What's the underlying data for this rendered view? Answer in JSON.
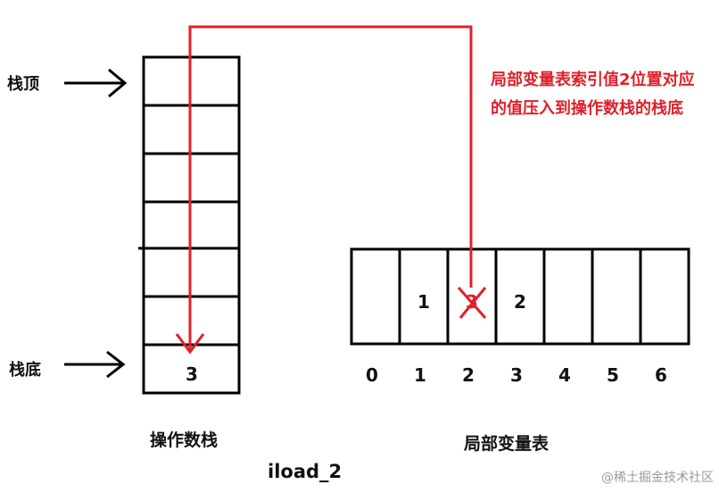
{
  "labels": {
    "stack_top": "栈顶",
    "stack_bottom": "栈底",
    "stack_title": "操作数栈",
    "lvt_title": "局部变量表",
    "instruction": "iload_2"
  },
  "annotation": "局部变量表索引值2位置对应的值压入到操作数栈的栈底",
  "operand_stack": {
    "bottom_value": "3"
  },
  "local_variable_table": {
    "indices": [
      "0",
      "1",
      "2",
      "3",
      "4",
      "5",
      "6"
    ],
    "values": [
      "",
      "1",
      "3",
      "2",
      "",
      "",
      ""
    ],
    "crossed_index": 2
  },
  "watermark": "@稀土掘金技术社区",
  "colors": {
    "line": "#000000",
    "accent": "#e0202a"
  }
}
